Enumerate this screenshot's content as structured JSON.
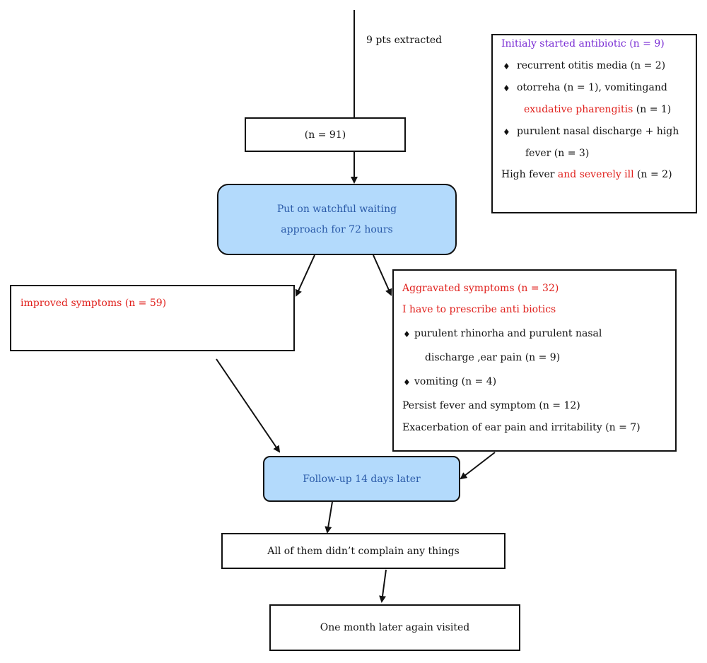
{
  "extracted_label": "9 pts extracted",
  "box_n91": "(n = 91)",
  "watchful": {
    "line1": "Put on watchful waiting",
    "line2": "approach for 72 hours"
  },
  "antibiotic_box": {
    "title": "Initialy started antibiotic (n = 9)",
    "item1": "recurrent otitis media (n = 2)",
    "item2_a": "otorreha (n = 1), vomitingand",
    "item2_b_red": "exudative pharengitis",
    "item2_b_black": " (n = 1)",
    "item3_a": "purulent nasal discharge + high",
    "item3_b": "fever (n = 3)",
    "last_black1": "High fever ",
    "last_red": "and severely ill",
    "last_black2": " (n = 2)"
  },
  "improved": "improved symptoms (n = 59)",
  "aggravated": {
    "title": "Aggravated symptoms (n = 32)",
    "subtitle": "I have to prescribe anti biotics",
    "item1_a": "purulent rhinorha and purulent nasal",
    "item1_b": "discharge ,ear pain (n = 9)",
    "item2": "vomiting (n = 4)",
    "line3": "Persist fever and symptom (n = 12)",
    "line4": "Exacerbation of ear pain and irritability (n = 7)"
  },
  "followup": "Follow-up 14 days later",
  "complain": "All of them didn’t complain any things",
  "month_later": "One month later again visited",
  "bullet_glyph": "♦"
}
